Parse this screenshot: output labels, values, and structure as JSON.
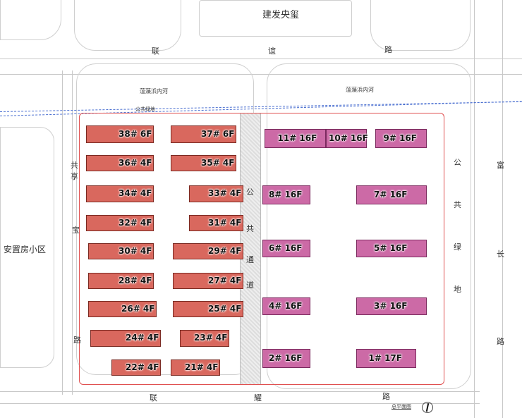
{
  "title": "建发央玺",
  "roads": {
    "north": [
      "联",
      "谊",
      "路"
    ],
    "south": [
      "联",
      "耀",
      "路"
    ],
    "west": [
      "共",
      "享",
      "宝",
      "路"
    ],
    "east": [
      "富",
      "长",
      "路"
    ]
  },
  "labels": {
    "canal_left": "蕰藻浜内河",
    "canal_right": "蕰藻浜内河",
    "public_green_small": "公共绿地",
    "resettlement": "安置房小区",
    "public_green_vertical": [
      "公",
      "共",
      "绿",
      "地"
    ],
    "public_passage": [
      "公",
      "共",
      "通",
      "道"
    ],
    "plan_title": "总平面图"
  },
  "colors": {
    "low_rise": "#d9685e",
    "high_rise": "#cc6aa6",
    "boundary": "#e05050",
    "canal": "#4a6fd0"
  },
  "buildings": [
    {
      "label": "38# 6F"
    },
    {
      "label": "37# 6F"
    },
    {
      "label": "36# 4F"
    },
    {
      "label": "35# 4F"
    },
    {
      "label": "34# 4F"
    },
    {
      "label": "33# 4F"
    },
    {
      "label": "32# 4F"
    },
    {
      "label": "31# 4F"
    },
    {
      "label": "30# 4F"
    },
    {
      "label": "29# 4F"
    },
    {
      "label": "28# 4F"
    },
    {
      "label": "27# 4F"
    },
    {
      "label": "26# 4F"
    },
    {
      "label": "25# 4F"
    },
    {
      "label": "24# 4F"
    },
    {
      "label": "23# 4F"
    },
    {
      "label": "22# 4F"
    },
    {
      "label": "21# 4F"
    },
    {
      "label": "11# 16F"
    },
    {
      "label": "10# 16F"
    },
    {
      "label": "9# 16F"
    },
    {
      "label": "8# 16F"
    },
    {
      "label": "7# 16F"
    },
    {
      "label": "6# 16F"
    },
    {
      "label": "5# 16F"
    },
    {
      "label": "4# 16F"
    },
    {
      "label": "3# 16F"
    },
    {
      "label": "2# 16F"
    },
    {
      "label": "1# 17F"
    }
  ]
}
